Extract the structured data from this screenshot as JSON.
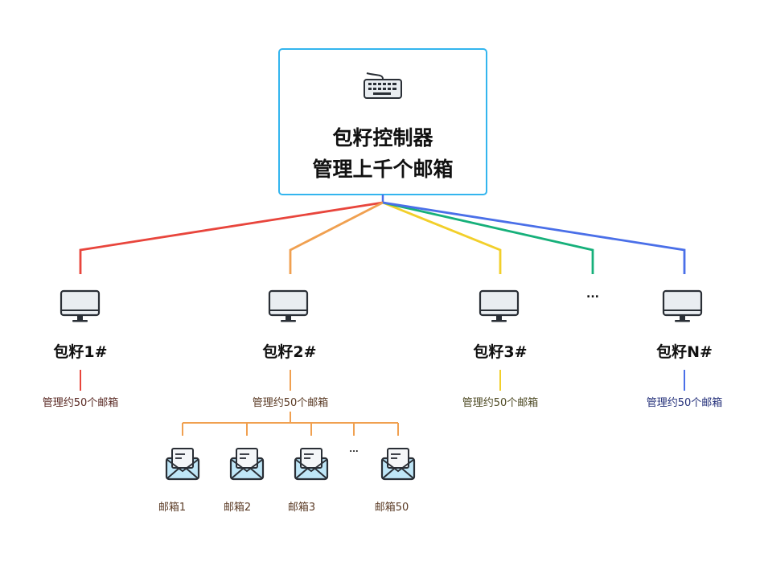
{
  "controller": {
    "title": "包籽控制器",
    "subtitle": "管理上千个邮箱",
    "icon": "keyboard-icon"
  },
  "branch_colors": {
    "node1": "#e8453c",
    "node2": "#f0a050",
    "node3": "#f2cf2a",
    "ellipsis": "#16b07a",
    "nodeN": "#4a6fe8"
  },
  "nodes": [
    {
      "label": "包籽1#",
      "desc": "管理约50个邮箱",
      "icon": "monitor-icon"
    },
    {
      "label": "包籽2#",
      "desc": "管理约50个邮箱",
      "icon": "monitor-icon"
    },
    {
      "label": "包籽3#",
      "desc": "管理约50个邮箱",
      "icon": "monitor-icon"
    },
    {
      "label": "包籽N#",
      "desc": "管理约50个邮箱",
      "icon": "monitor-icon"
    }
  ],
  "nodes_ellipsis": "...",
  "mailboxes": [
    {
      "label": "邮箱1",
      "icon": "mail-icon"
    },
    {
      "label": "邮箱2",
      "icon": "mail-icon"
    },
    {
      "label": "邮箱3",
      "icon": "mail-icon"
    },
    {
      "label": "邮箱50",
      "icon": "mail-icon"
    }
  ],
  "mailbox_ellipsis": "...",
  "mailbox_branch_color": "#f0a050"
}
